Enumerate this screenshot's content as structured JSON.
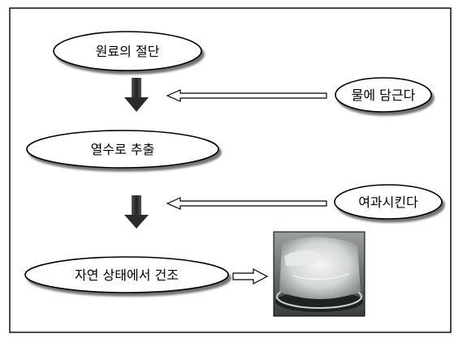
{
  "steps": {
    "step1": "원료의 절단",
    "step2": "열수로 추출",
    "step3": "자연 상태에서 건조"
  },
  "side_notes": {
    "note1": "물에 담근다",
    "note2": "여과시킨다"
  },
  "photo": {
    "description_icon": "dried-gel-dish-photo-icon"
  }
}
